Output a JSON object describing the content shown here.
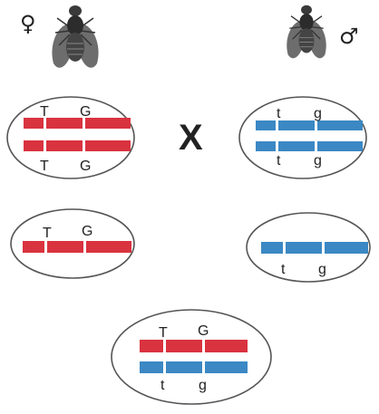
{
  "colors": {
    "female_chromosome": "#d9333f",
    "male_chromosome": "#3b88c4",
    "outline": "#555555"
  },
  "female": {
    "symbol": "♀",
    "icon": "fruit-fly-female-icon",
    "parent_top_labels": [
      "T",
      "G"
    ],
    "parent_bottom_labels": [
      "T",
      "G"
    ],
    "gamete_labels": [
      "T",
      "G"
    ]
  },
  "male": {
    "symbol": "♂",
    "icon": "fruit-fly-male-icon",
    "parent_top_labels": [
      "t",
      "g"
    ],
    "parent_bottom_labels": [
      "t",
      "g"
    ],
    "gamete_labels": [
      "t",
      "g"
    ]
  },
  "cross_symbol": "X",
  "offspring": {
    "top_labels": [
      "T",
      "G"
    ],
    "bottom_labels": [
      "t",
      "g"
    ]
  }
}
